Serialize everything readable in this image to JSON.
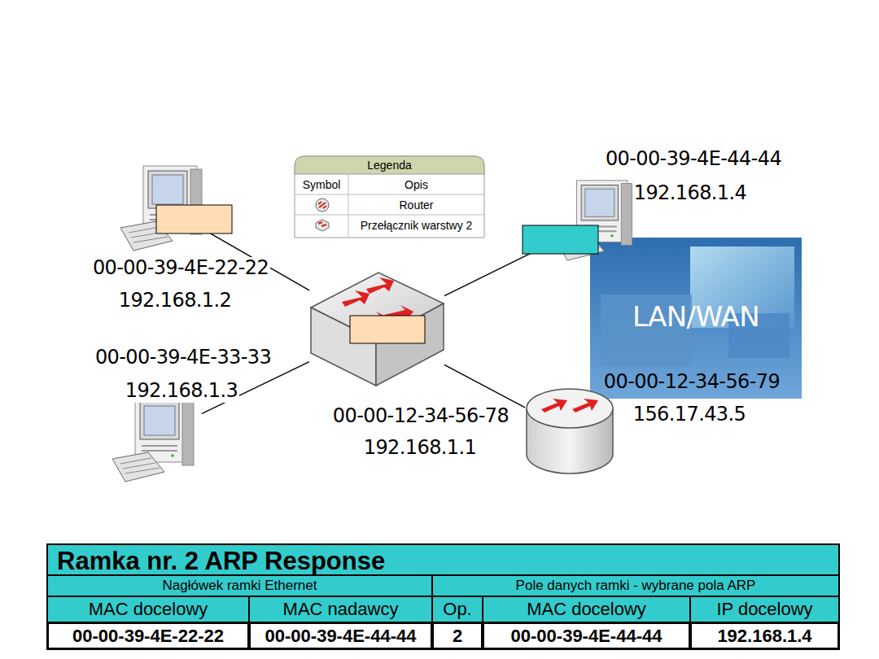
{
  "diagram": {
    "nodes": [
      {
        "text": [
          "00-00-39-4E-22-22",
          "192.168.1.2"
        ]
      },
      {
        "text": [
          "00-00-39-4E-44-44",
          "192.168.1.4"
        ]
      },
      {
        "text": []
      },
      {
        "text": [
          "LAN/WAN"
        ]
      },
      {
        "text": [
          "00-00-39-4E-33-33",
          "192.168.1.3"
        ]
      },
      {
        "text": [
          "00-00-12-34-56-78",
          "192.168.1.1",
          "00-00-12-34-56-79",
          "156.17.43.5"
        ]
      },
      {
        "text": [
          "Ramka nr. 2 ARP Response"
        ]
      }
    ],
    "edges": [
      {
        "from": 0,
        "to": 2,
        "arrow": "none"
      },
      {
        "from": 1,
        "to": 2,
        "arrow": "none"
      },
      {
        "from": 4,
        "to": 2,
        "arrow": "none"
      },
      {
        "from": 2,
        "to": 5,
        "arrow": "none"
      }
    ],
    "labels": [
      "Legenda",
      "Symbol",
      "Opis",
      "Nagłówek ramki Ethernet",
      "Pole danych ramki - wybrane pola ARP",
      "MAC docelowy",
      "MAC nadawcy",
      "Op.",
      "MAC docelowy",
      "IP docelowy",
      "00-00-39-4E-22-22",
      "00-00-39-4E-44-44",
      "2",
      "00-00-39-4E-44-44",
      "192.168.1.4"
    ],
    "legend": [
      {
        "text": "Router"
      },
      {
        "text": "Przełącznik warstwy 2"
      }
    ]
  }
}
